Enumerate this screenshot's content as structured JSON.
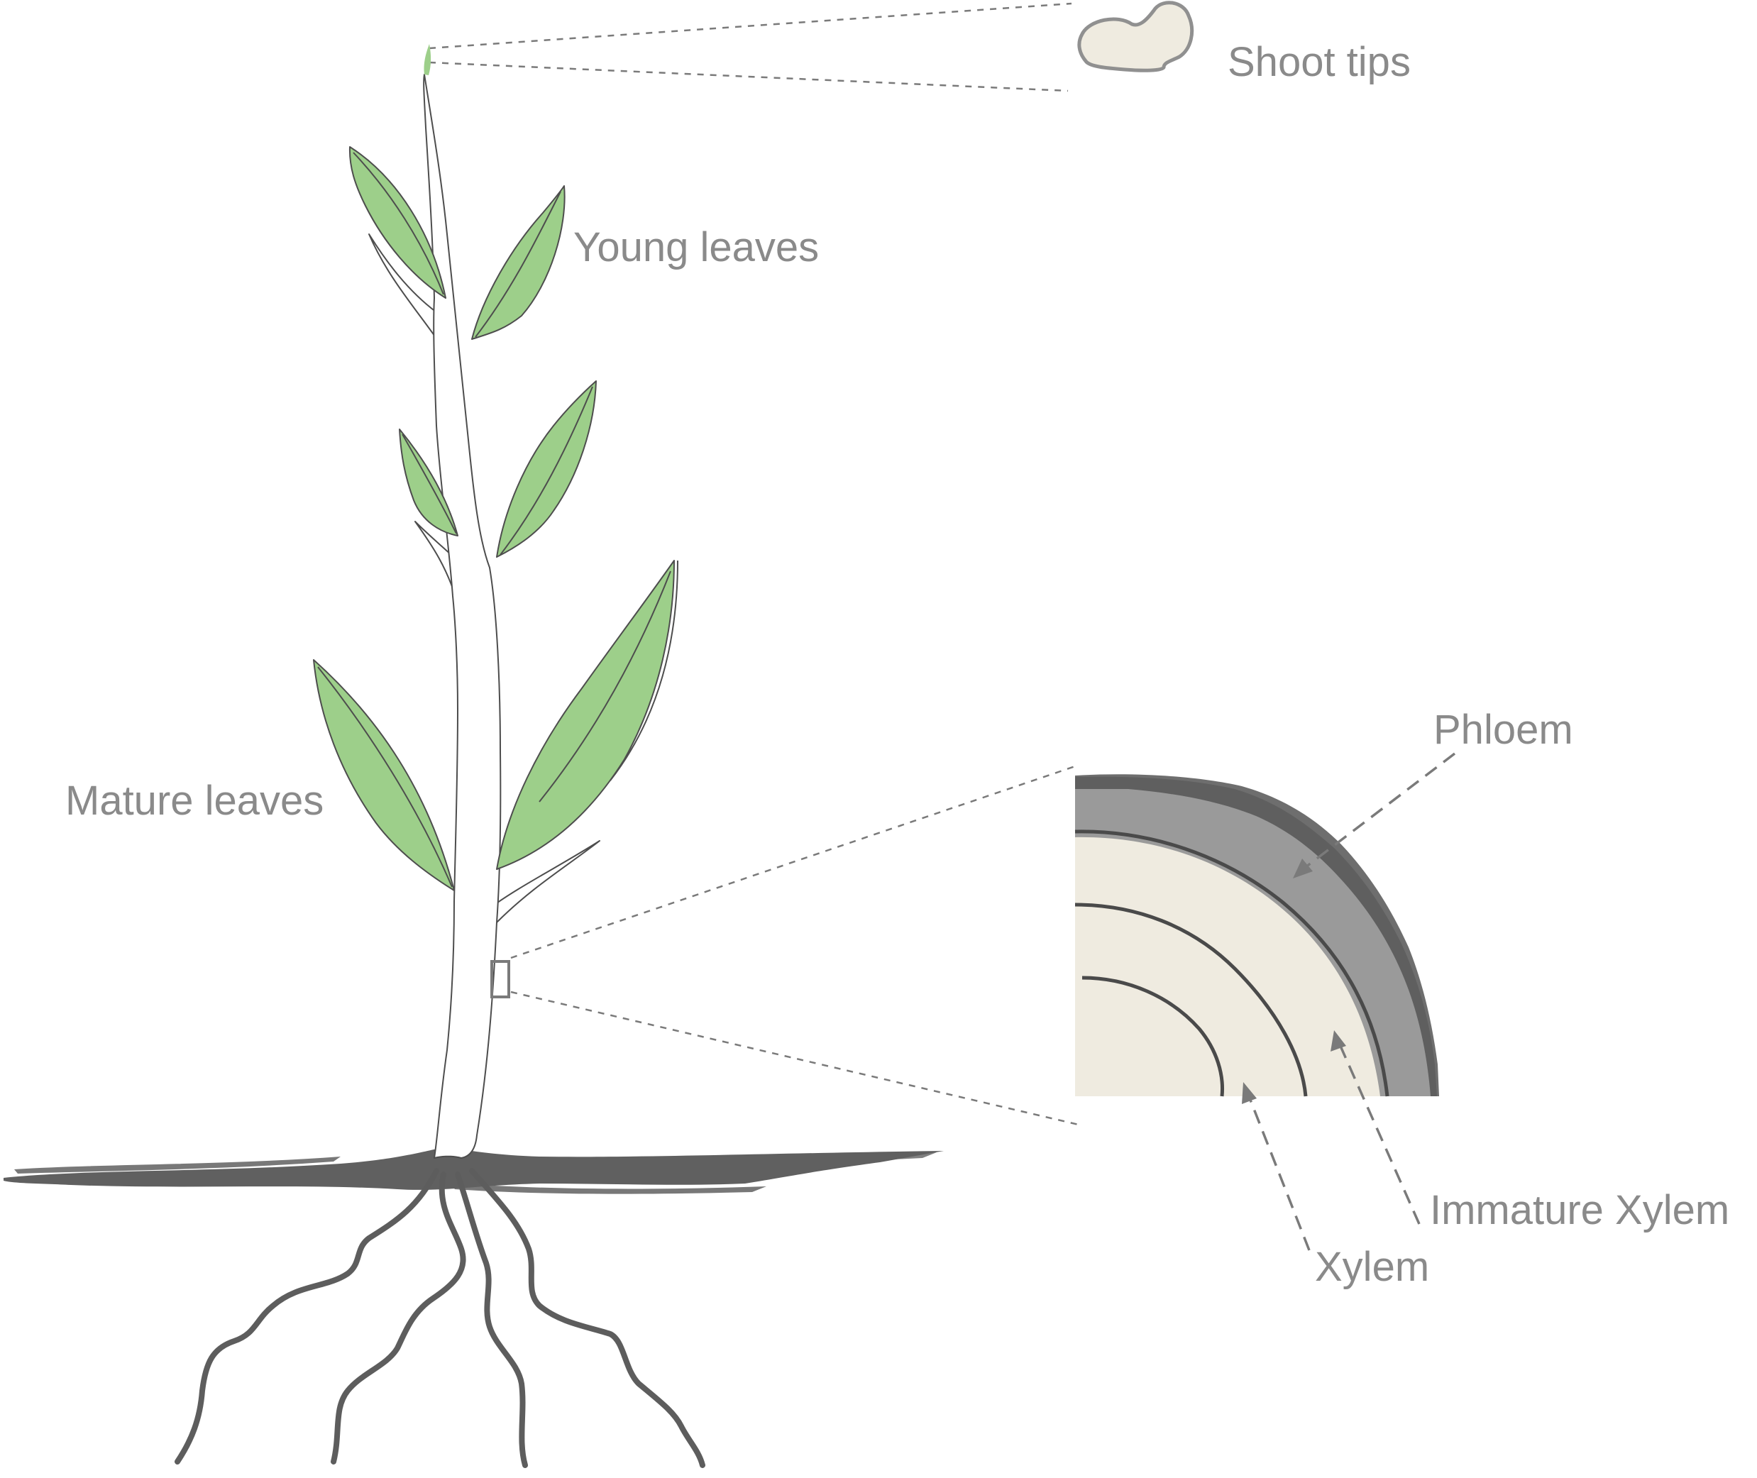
{
  "labels": {
    "shoot_tips": "Shoot tips",
    "young_leaves": "Young leaves",
    "mature_leaves": "Mature leaves",
    "phloem": "Phloem",
    "immature_xylem": "Immature Xylem",
    "xylem": "Xylem"
  },
  "colors": {
    "leaf_green": "#9dcf8a",
    "label_gray": "#8a8a8a",
    "tissue_cream": "#efebe0",
    "phloem_gray": "#9a9a9a",
    "soil_dark": "#606060",
    "outline": "#4d4d4d"
  }
}
